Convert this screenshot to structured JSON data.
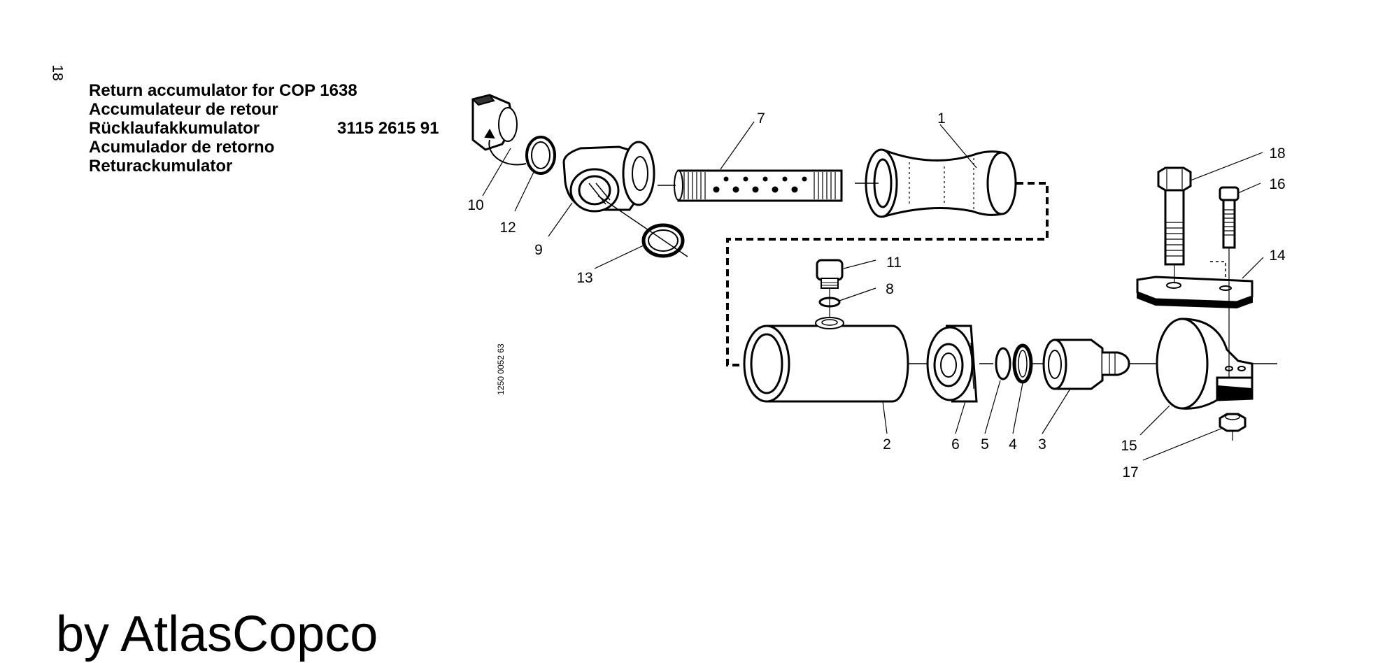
{
  "page": {
    "number": "18"
  },
  "title_block": {
    "lines": [
      "Return accumulator for COP 1638",
      "Accumulateur de retour",
      "Rücklaufakkumulator",
      "Acumulador de retorno",
      "Returackumulator"
    ],
    "part_number": "3115 2615 91"
  },
  "drawing_code": "1250 0052 63",
  "callouts": [
    "1",
    "2",
    "3",
    "4",
    "5",
    "6",
    "7",
    "8",
    "9",
    "10",
    "11",
    "12",
    "13",
    "14",
    "15",
    "16",
    "17",
    "18"
  ],
  "footer": {
    "brand": "by AtlasCopco"
  }
}
